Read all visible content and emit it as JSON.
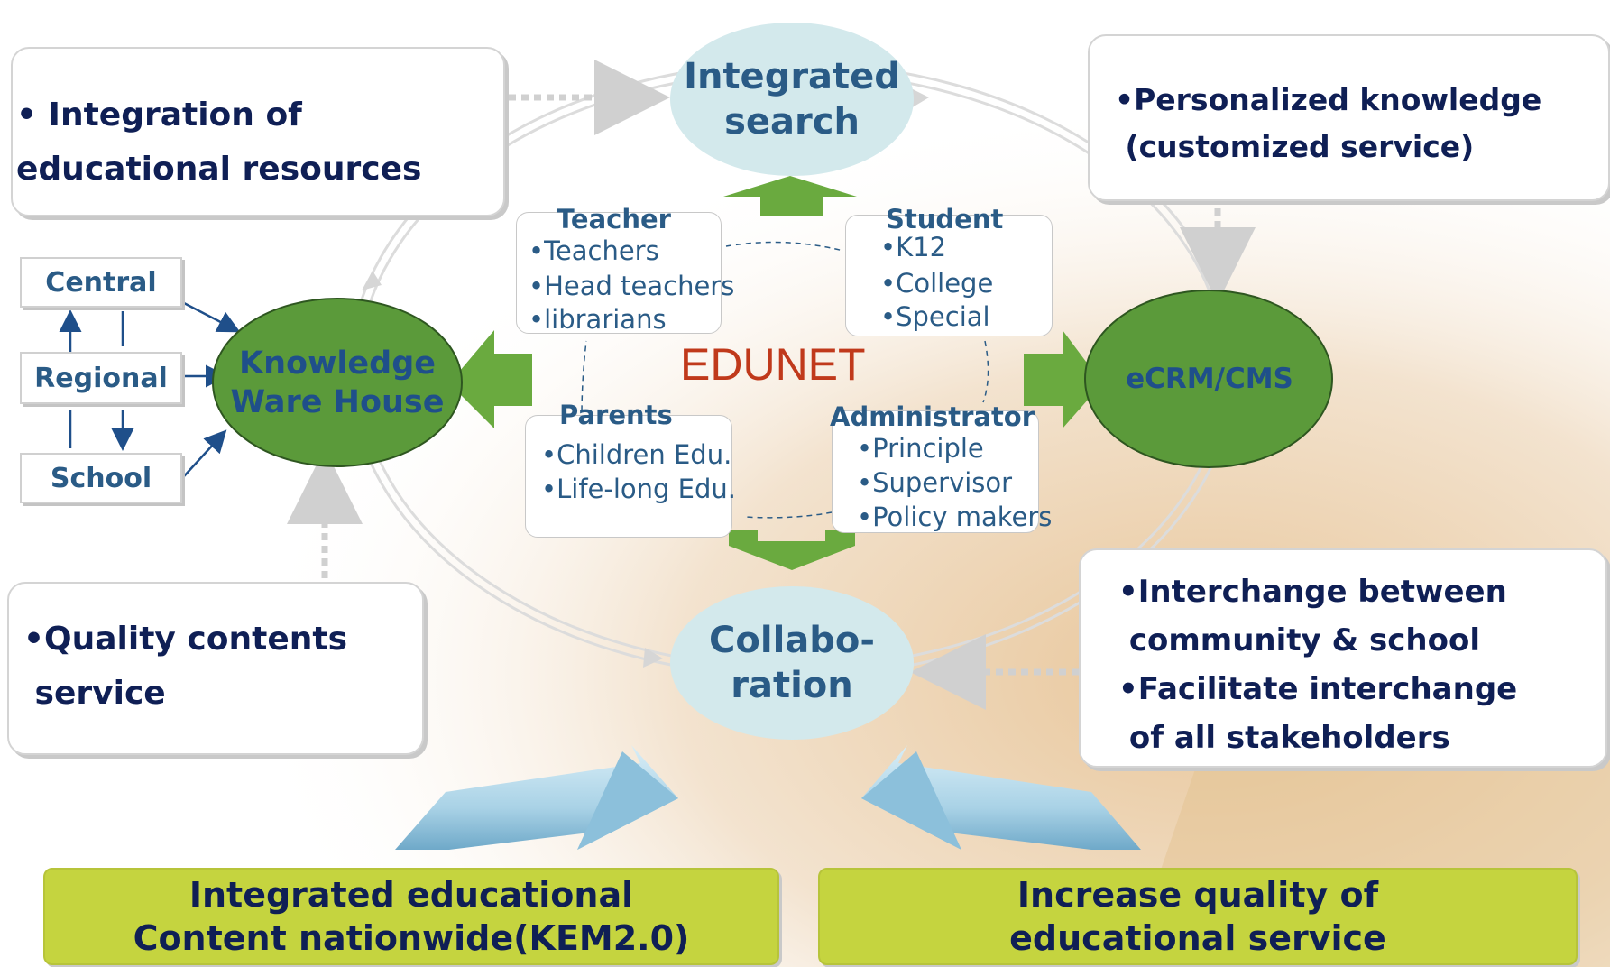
{
  "center_label": "EDUNET",
  "nodes": {
    "integrated_search": [
      "Integrated",
      "search"
    ],
    "collaboration": [
      "Collabo-",
      "ration"
    ],
    "knowledge_warehouse": [
      "Knowledge",
      "Ware House"
    ],
    "ecrm": "eCRM/CMS"
  },
  "callouts": {
    "top_left": [
      "• Integration of",
      "educational resources"
    ],
    "top_right": [
      "•Personalized knowledge",
      " (customized service)"
    ],
    "bottom_left": [
      "•Quality contents",
      " service"
    ],
    "bottom_right": [
      "•Interchange between",
      " community & school",
      "•Facilitate interchange",
      " of all stakeholders"
    ]
  },
  "levels": [
    "Central",
    "Regional",
    "School"
  ],
  "groups": {
    "teacher": {
      "title": "Teacher",
      "items": [
        "•Teachers",
        "•Head teachers",
        "•librarians"
      ]
    },
    "student": {
      "title": "Student",
      "items": [
        "•K12",
        "•College",
        "•Special"
      ]
    },
    "parents": {
      "title": "Parents",
      "items": [
        "•Children Edu.",
        "•Life-long Edu."
      ]
    },
    "administrator": {
      "title": "Administrator",
      "items": [
        "•Principle",
        "•Supervisor",
        "•Policy makers"
      ]
    }
  },
  "bottom_boxes": {
    "left": [
      "Integrated educational",
      "Content nationwide(KEM2.0)"
    ],
    "right": [
      "Increase quality of",
      "educational service"
    ]
  },
  "colors": {
    "node_green": "#5b9a3a",
    "node_light": "#d3e9ec",
    "arrow_green": "#6aaa3f",
    "bottom_box": "#c5d43f",
    "navy_text": "#0f1f55",
    "blue_text": "#2a5b86",
    "edunet_red": "#c0391b"
  }
}
